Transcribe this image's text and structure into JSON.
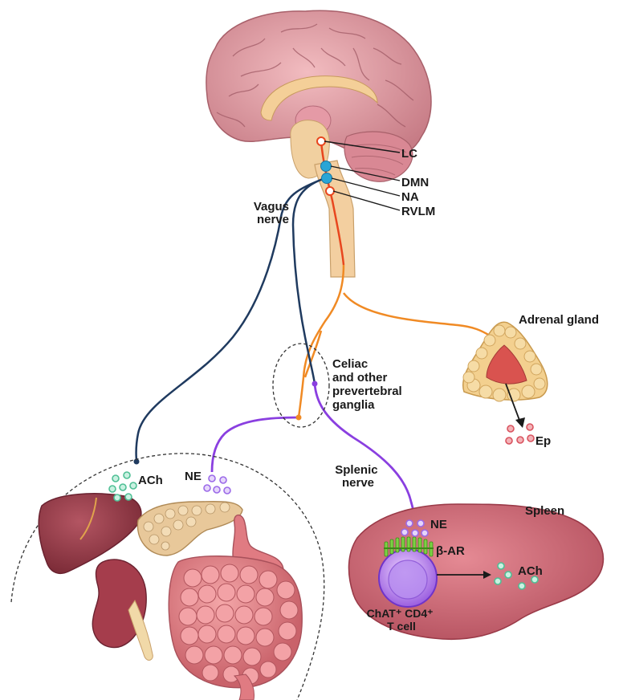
{
  "labels": {
    "lc": "LC",
    "dmn": "DMN",
    "na": "NA",
    "rvlm": "RVLM",
    "vagus_nerve": [
      "Vagus",
      "nerve"
    ],
    "adrenal_gland": "Adrenal gland",
    "celiac": [
      "Celiac",
      "and other",
      "prevertebral",
      "ganglia"
    ],
    "ep": "Ep",
    "ach_gut": "ACh",
    "ne_gut": "NE",
    "splenic_nerve": [
      "Splenic",
      "nerve"
    ],
    "spleen": "Spleen",
    "ne_spleen": "NE",
    "beta_ar": "β-AR",
    "ach_spleen": "ACh",
    "tcell": [
      "ChAT⁺ CD4⁺",
      "T cell"
    ]
  },
  "colors": {
    "vagus": "#1f3a5f",
    "sympathetic_pre": "#e8461e",
    "sympathetic_post": "#f08a24",
    "splenic": "#8a3fe0",
    "ach_vesicle": "#5fd1a6",
    "ne_vesicle": "#9b6ae8",
    "ep_vesicle": "#e8737c",
    "receptor": "#6cc43c",
    "spleen": "#cf6d78"
  }
}
